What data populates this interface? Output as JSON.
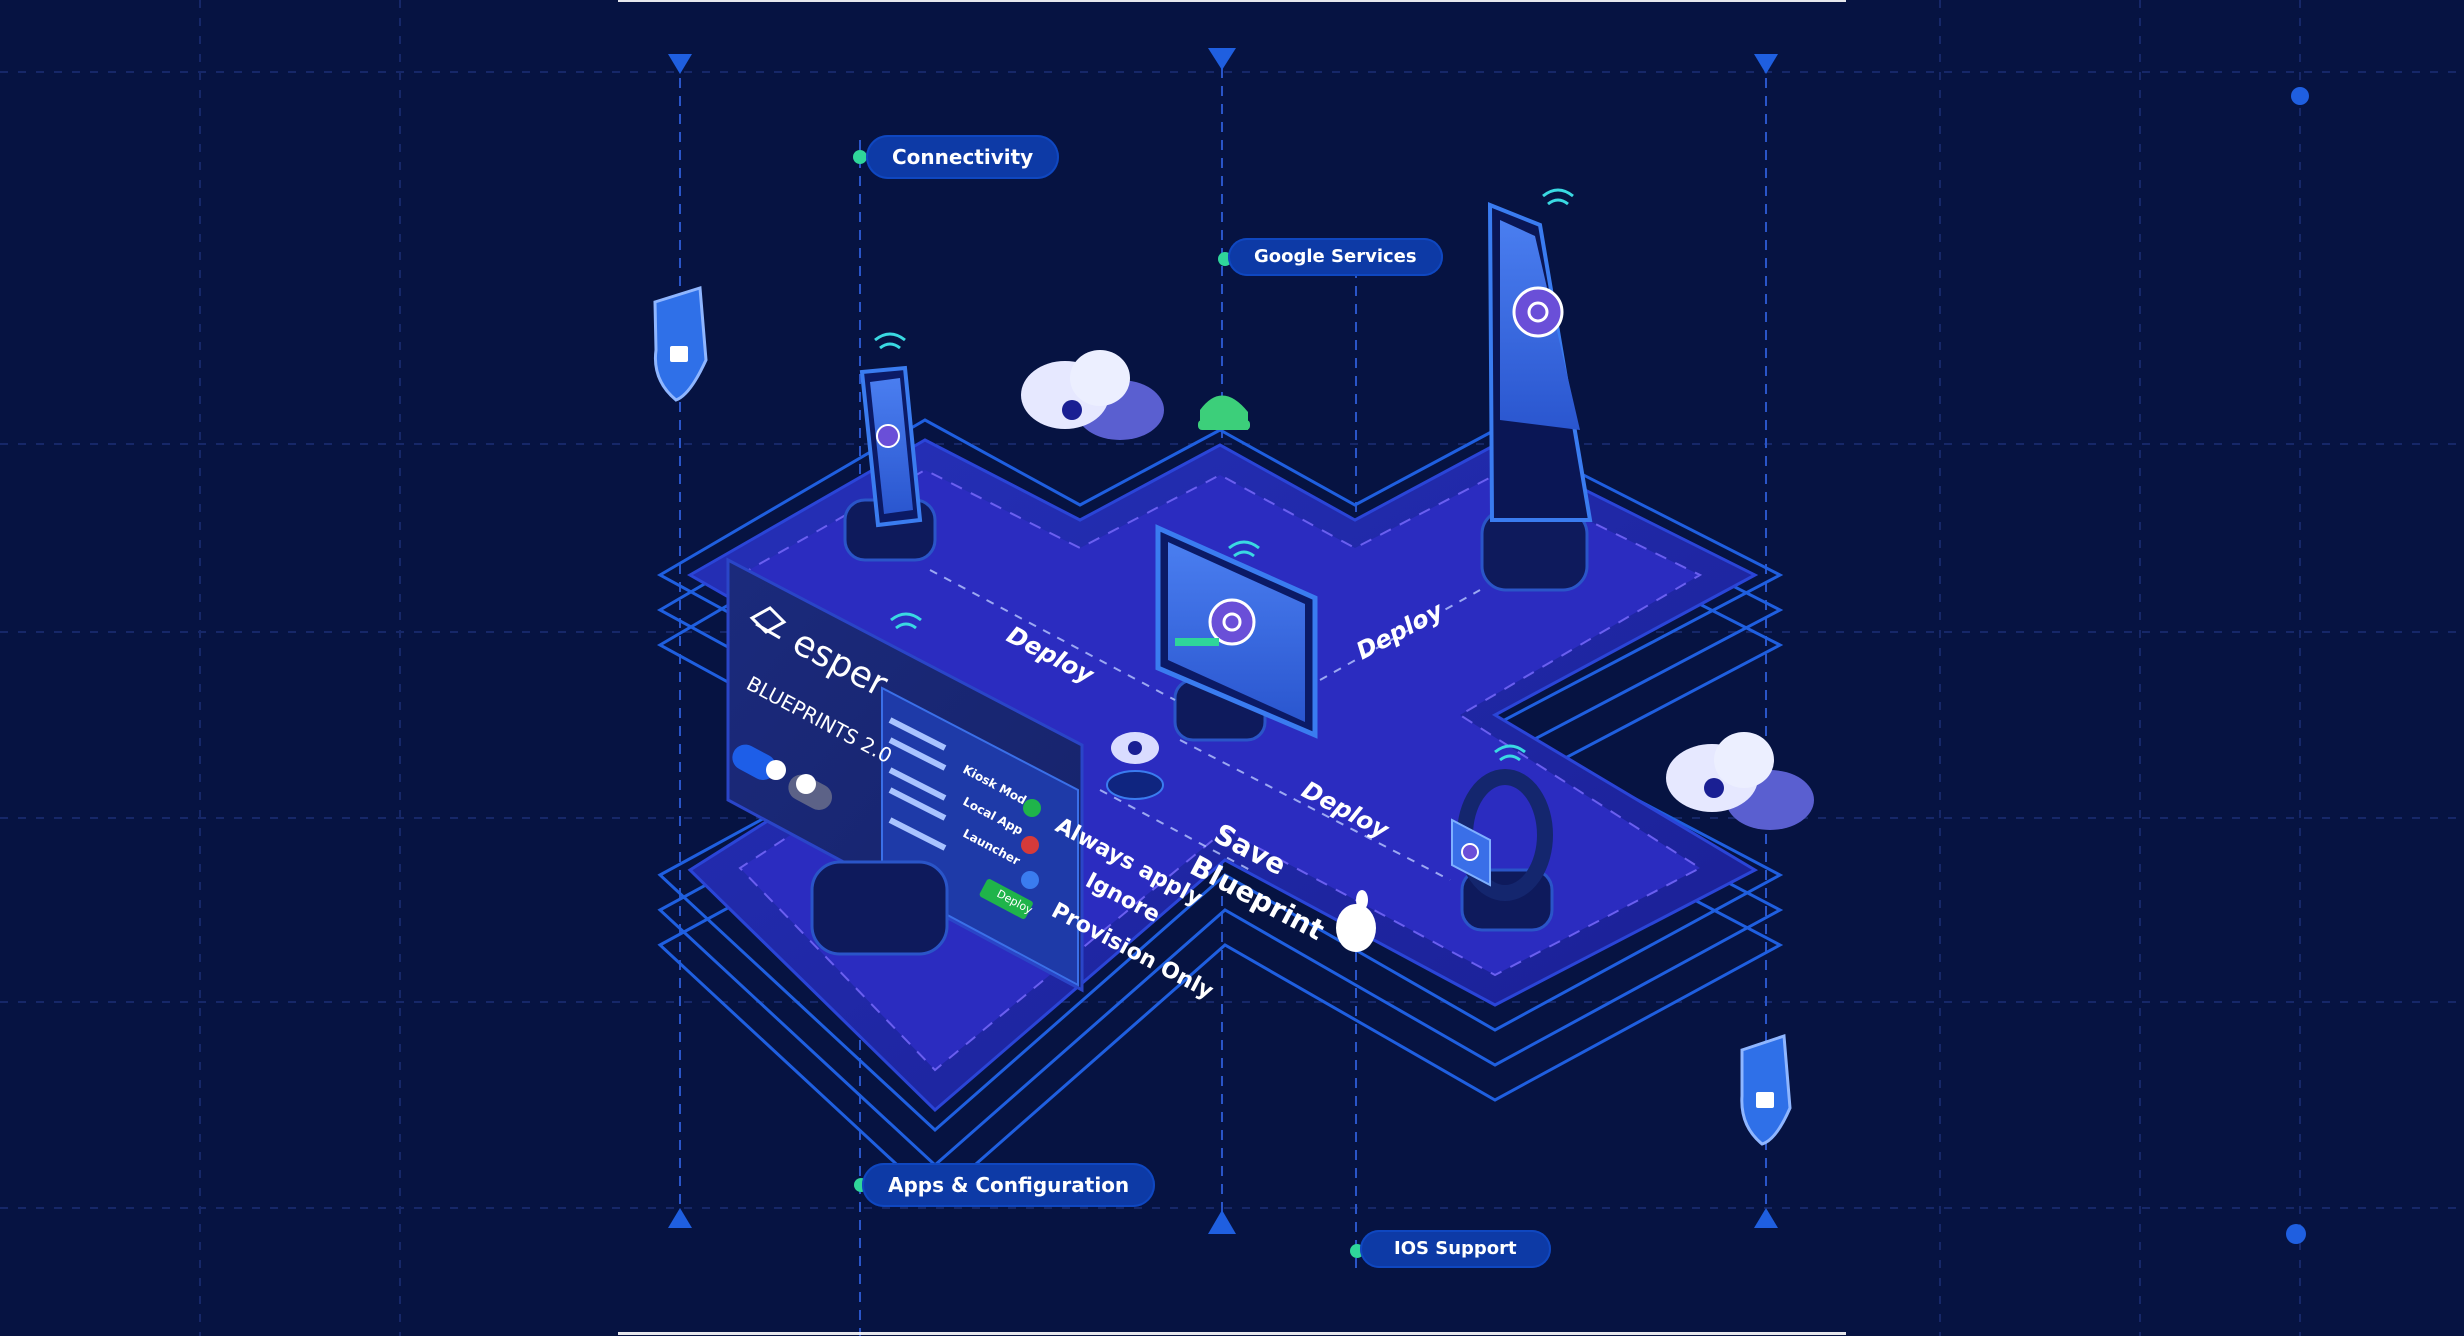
{
  "brand": {
    "name": "esper",
    "product": "BLUEPRINTS 2.0"
  },
  "callouts": {
    "connectivity": "Connectivity",
    "google_services": "Google Services",
    "apps_configuration": "Apps & Configuration",
    "ios_support": "IOS Support"
  },
  "flow": {
    "deploy_left": "Deploy",
    "deploy_right": "Deploy",
    "deploy_bottom": "Deploy",
    "save_line1": "Save",
    "save_line2": "Blueprint"
  },
  "panel": {
    "menu": [
      "Kiosk Mode",
      "Local App",
      "Launcher"
    ],
    "deploy_button": "Deploy"
  },
  "options": {
    "always_apply": "Always apply",
    "ignore": "Ignore",
    "provision_only": "Provision Only"
  },
  "icons": [
    "shield-lock-icon",
    "cloud-gear-icon",
    "android-icon",
    "apple-icon",
    "wifi-icon",
    "gear-icon"
  ],
  "colors": {
    "background": "#061342",
    "platform": "#1d2aa8",
    "platform_edge": "#1f5fe0",
    "accent_green": "#2fd69a",
    "pill": "#0d3aa6"
  }
}
